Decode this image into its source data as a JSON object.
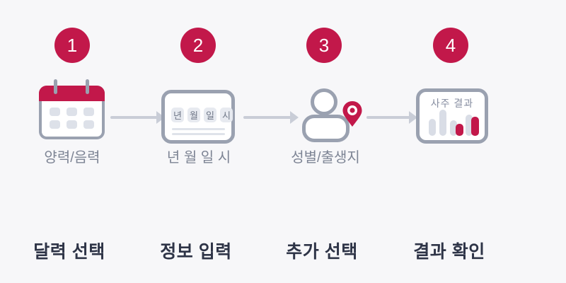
{
  "colors": {
    "background": "#f7f7f9",
    "accent_red": "#c2184a",
    "icon_stroke": "#9aa1b0",
    "light_fill": "#dde1e9",
    "arrow_gray": "#c9cdd7",
    "caption_gray": "#7d8494",
    "title_dark": "#2e3447"
  },
  "steps": [
    {
      "number": "1",
      "icon": "calendar-icon",
      "caption": "양력/음력",
      "title": "달력 선택"
    },
    {
      "number": "2",
      "icon": "date-input-icon",
      "caption": "년 월 일 시",
      "title": "정보 입력",
      "chips": [
        "년",
        "월",
        "일",
        "시"
      ]
    },
    {
      "number": "3",
      "icon": "person-location-icon",
      "caption": "성별/출생지",
      "title": "추가 선택"
    },
    {
      "number": "4",
      "icon": "result-chart-icon",
      "card_title": "사주 결과",
      "title": "결과 확인"
    }
  ]
}
